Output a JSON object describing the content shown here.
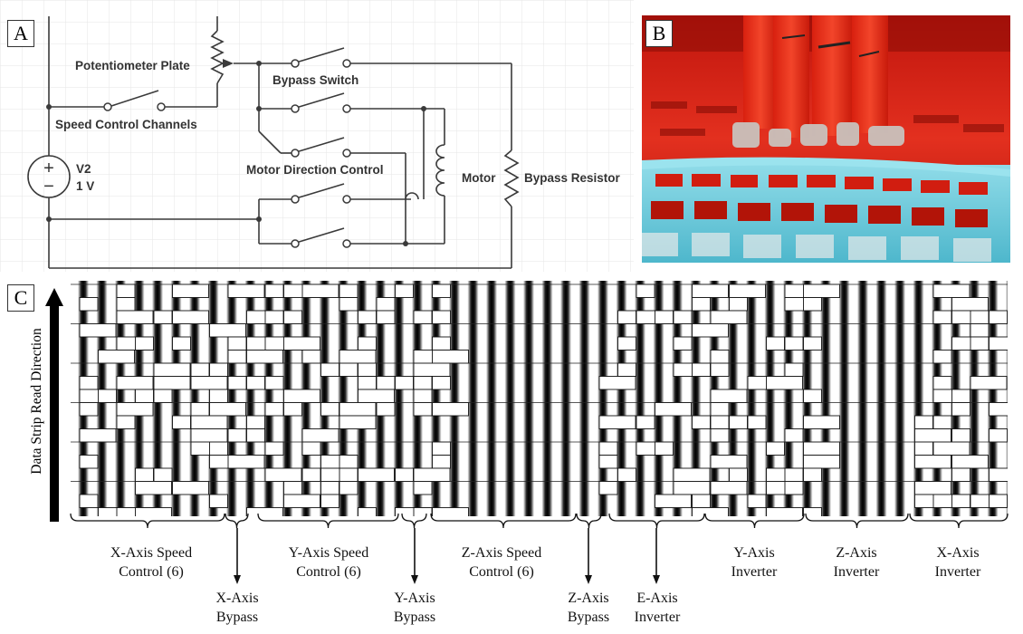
{
  "panels": {
    "a": "A",
    "b": "B",
    "c": "C"
  },
  "circuit": {
    "potentiometer_label": "Potentiometer Plate",
    "speed_label": "Speed Control Channels",
    "bypass_switch_label": "Bypass Switch",
    "direction_label": "Motor Direction Control",
    "source_name": "V2",
    "source_value": "1 V",
    "motor_label": "Motor",
    "resistor_label": "Bypass Resistor",
    "plus": "+",
    "minus": "−"
  },
  "strip": {
    "read_direction_label": "Data Strip Read Direction",
    "groups": [
      {
        "label": "X-Axis Speed\nControl (6)"
      },
      {
        "label": "X-Axis\nBypass"
      },
      {
        "label": "Y-Axis Speed\nControl (6)"
      },
      {
        "label": "Y-Axis\nBypass"
      },
      {
        "label": "Z-Axis Speed\nControl (6)"
      },
      {
        "label": "Z-Axis\nBypass"
      },
      {
        "label": "E-Axis\nInverter"
      },
      {
        "label": "Y-Axis\nInverter"
      },
      {
        "label": "Z-Axis\nInverter"
      },
      {
        "label": "X-Axis\nInverter"
      }
    ]
  },
  "colors": {
    "grid": "#e6e6e6",
    "wire": "#3a3a3a",
    "photo_red": "#e0261a",
    "photo_blue": "#5fc3d6"
  }
}
